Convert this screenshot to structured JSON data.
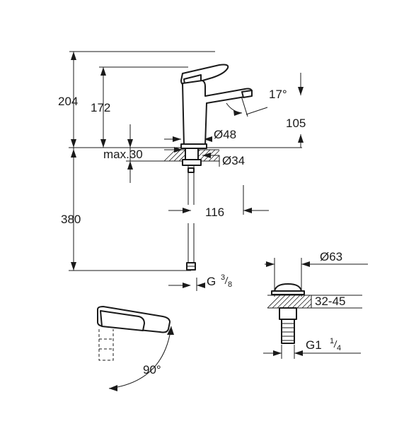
{
  "dimensions": {
    "height_total": "204",
    "height_spout": "172",
    "spout_angle": "17°",
    "spout_reach": "105",
    "diameter_base": "Ø48",
    "max_thickness": "max.30",
    "diameter_hole": "Ø34",
    "distance_116": "116",
    "hose_length": "380",
    "thread_connection_main": "G",
    "thread_connection_frac_num": "3",
    "thread_connection_frac_den": "8",
    "waste_diameter": "Ø63",
    "waste_thickness": "32-45",
    "waste_thread_main": "G1",
    "waste_thread_frac_num": "1",
    "waste_thread_frac_den": "4",
    "lever_angle": "90°"
  }
}
